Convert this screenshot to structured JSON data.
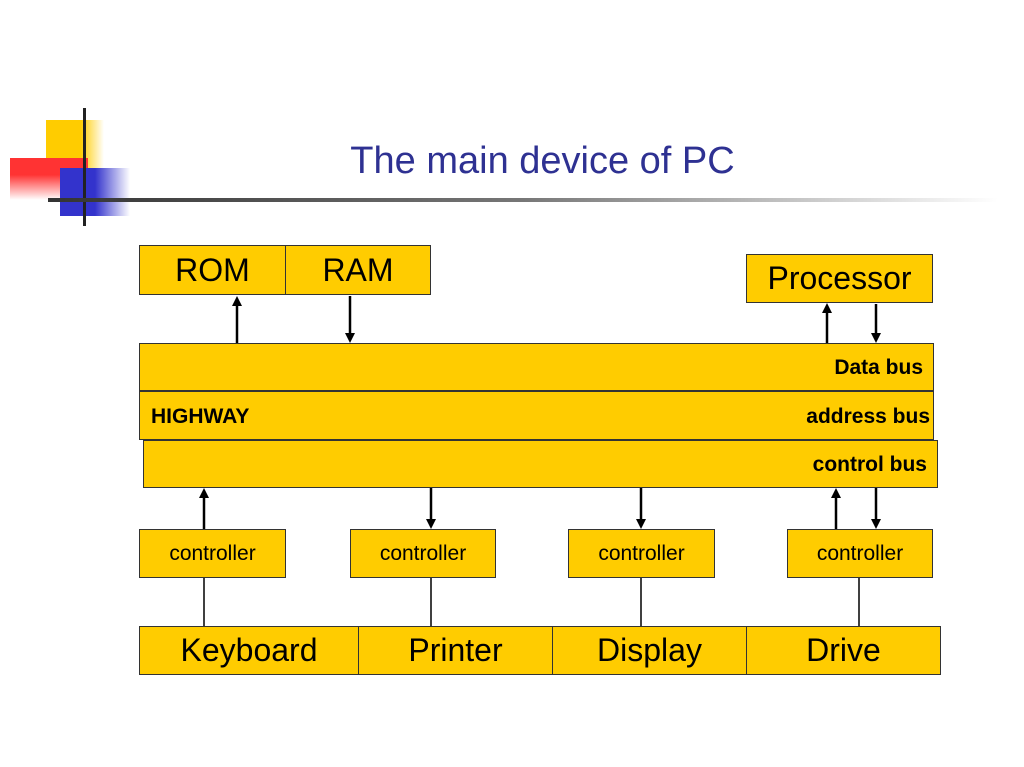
{
  "slide": {
    "title": "The main device of PC"
  },
  "memory": {
    "rom": "ROM",
    "ram": "RAM"
  },
  "processor": "Processor",
  "highway": {
    "name": "HIGHWAY",
    "data_bus": "Data bus",
    "address_bus": "address bus",
    "control_bus": "control bus"
  },
  "controllers": [
    "controller",
    "controller",
    "controller",
    "controller"
  ],
  "devices": [
    "Keyboard",
    "Printer",
    "Display",
    "Drive"
  ],
  "colors": {
    "box_fill": "#FFCC00",
    "title": "#2E3192",
    "deco_yellow": "#FFCC00",
    "deco_red": "#FF3333",
    "deco_blue": "#3333CC"
  }
}
